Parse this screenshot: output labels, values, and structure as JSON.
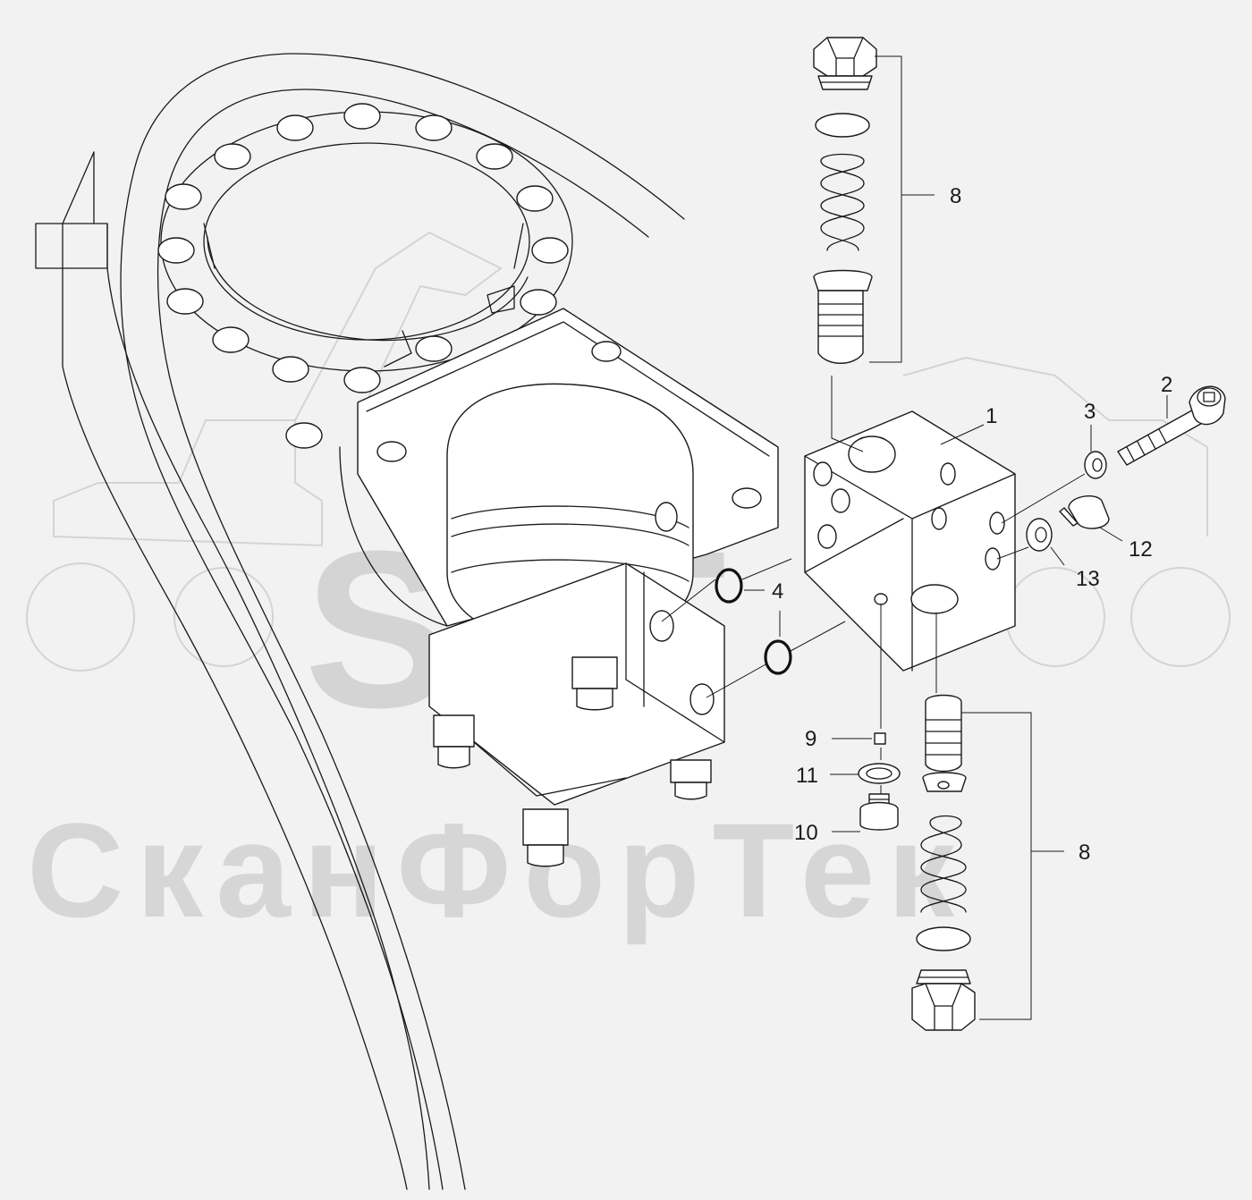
{
  "watermark": {
    "logo": "SFT",
    "brand": "СканФорТек"
  },
  "callouts": [
    {
      "id": "1",
      "label": "1"
    },
    {
      "id": "2",
      "label": "2"
    },
    {
      "id": "3",
      "label": "3"
    },
    {
      "id": "4",
      "label": "4"
    },
    {
      "id": "8-top",
      "label": "8"
    },
    {
      "id": "8-bottom",
      "label": "8"
    },
    {
      "id": "9",
      "label": "9"
    },
    {
      "id": "10",
      "label": "10"
    },
    {
      "id": "11",
      "label": "11"
    },
    {
      "id": "12",
      "label": "12"
    },
    {
      "id": "13",
      "label": "13"
    }
  ]
}
